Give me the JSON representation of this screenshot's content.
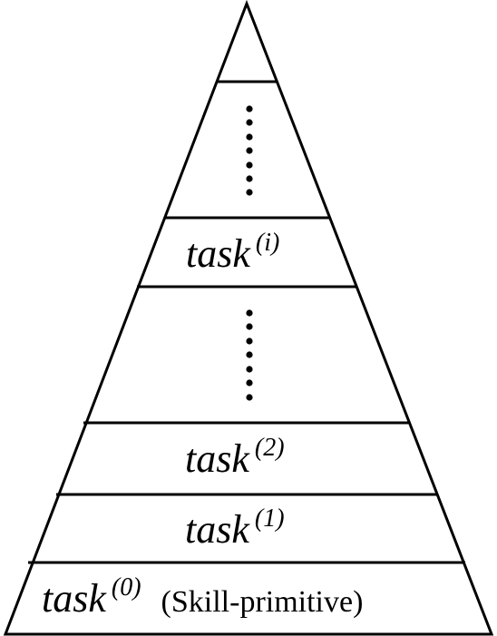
{
  "pyramid": {
    "levels": [
      {
        "id": "level-0",
        "word": "task",
        "superscript": "(0)",
        "note": "(Skill-primitive)"
      },
      {
        "id": "level-1",
        "word": "task",
        "superscript": "(1)"
      },
      {
        "id": "level-2",
        "word": "task",
        "superscript": "(2)"
      },
      {
        "id": "level-i",
        "word": "task",
        "superscript": "(i)"
      }
    ],
    "ellipsis_sections": 2
  },
  "colors": {
    "stroke": "#000000",
    "fill": "#ffffff",
    "text": "#000000"
  }
}
